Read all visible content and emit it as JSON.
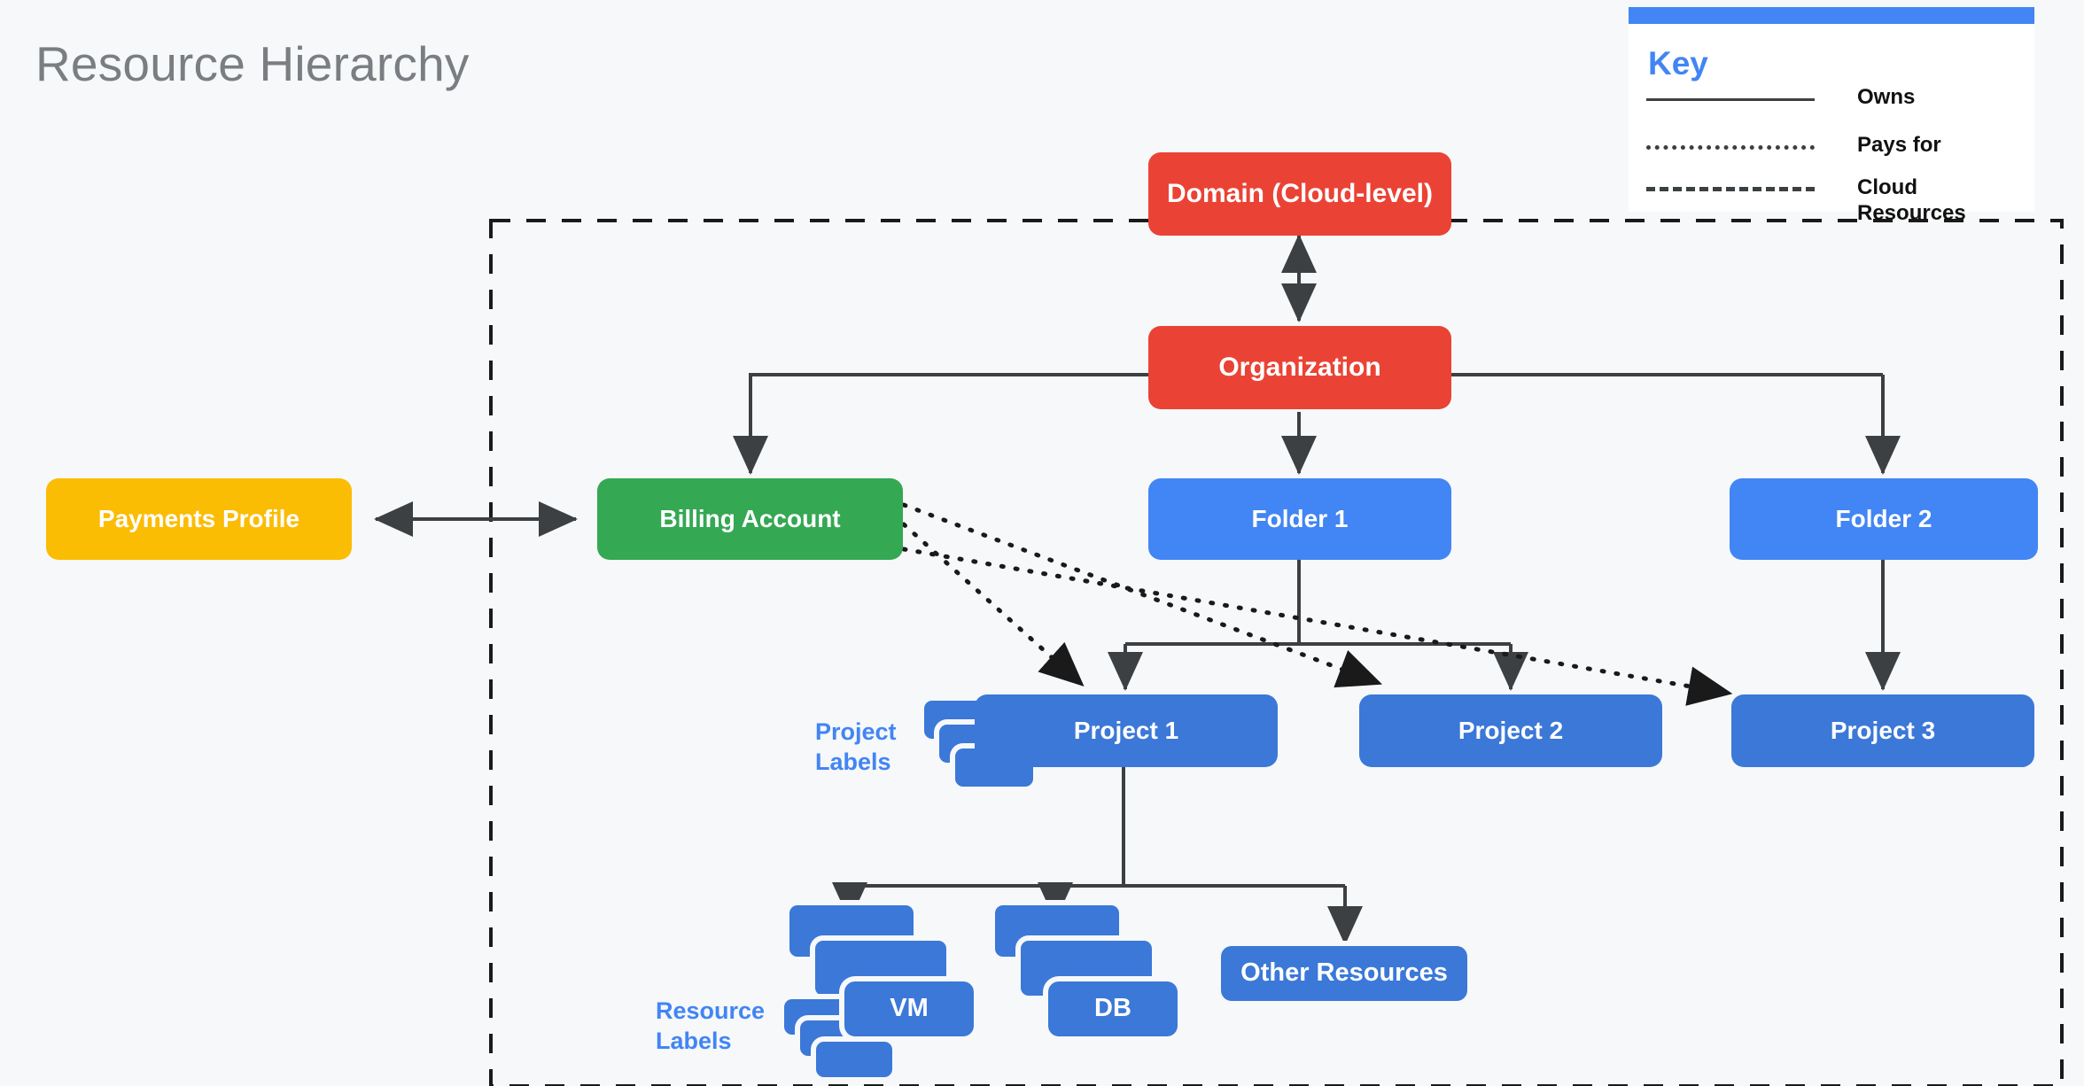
{
  "page": {
    "title": "Resource Hierarchy",
    "background": "#F6F8FA"
  },
  "colors": {
    "red": "#EA4335",
    "yellow": "#FBBC04",
    "green": "#34A853",
    "blue": "#4285F4",
    "dark_blue": "#3B78D8",
    "line": "#3C4043",
    "title_text": "#7A7E82"
  },
  "key": {
    "title": "Key",
    "rows": [
      {
        "style": "solid",
        "label": "Owns"
      },
      {
        "style": "dotted",
        "label": "Pays for"
      },
      {
        "style": "dashed",
        "label": "Cloud Resources"
      }
    ]
  },
  "nodes": {
    "domain": "Domain (Cloud-level)",
    "organization": "Organization",
    "payments_profile": "Payments Profile",
    "billing_account": "Billing Account",
    "folder1": "Folder 1",
    "folder2": "Folder 2",
    "project1": "Project 1",
    "project2": "Project 2",
    "project3": "Project 3",
    "vm": "VM",
    "db": "DB",
    "other_resources": "Other Resources"
  },
  "annotations": {
    "project_labels": "Project\nLabels",
    "project_labels_line1": "Project",
    "project_labels_line2": "Labels",
    "resource_labels_line1": "Resource",
    "resource_labels_line2": "Labels"
  },
  "relationships": [
    {
      "from": "Domain (Cloud-level)",
      "to": "Organization",
      "type": "owns",
      "bidirectional": true
    },
    {
      "from": "Organization",
      "to": "Billing Account",
      "type": "owns"
    },
    {
      "from": "Organization",
      "to": "Folder 1",
      "type": "owns"
    },
    {
      "from": "Organization",
      "to": "Folder 2",
      "type": "owns"
    },
    {
      "from": "Payments Profile",
      "to": "Billing Account",
      "type": "owns",
      "bidirectional": true
    },
    {
      "from": "Folder 1",
      "to": "Project 1",
      "type": "owns"
    },
    {
      "from": "Folder 1",
      "to": "Project 2",
      "type": "owns"
    },
    {
      "from": "Folder 2",
      "to": "Project 3",
      "type": "owns"
    },
    {
      "from": "Billing Account",
      "to": "Project 1",
      "type": "pays for"
    },
    {
      "from": "Billing Account",
      "to": "Project 2",
      "type": "pays for"
    },
    {
      "from": "Billing Account",
      "to": "Project 3",
      "type": "pays for"
    },
    {
      "from": "Project 1",
      "to": "VM",
      "type": "owns"
    },
    {
      "from": "Project 1",
      "to": "DB",
      "type": "owns"
    },
    {
      "from": "Project 1",
      "to": "Other Resources",
      "type": "owns"
    }
  ]
}
